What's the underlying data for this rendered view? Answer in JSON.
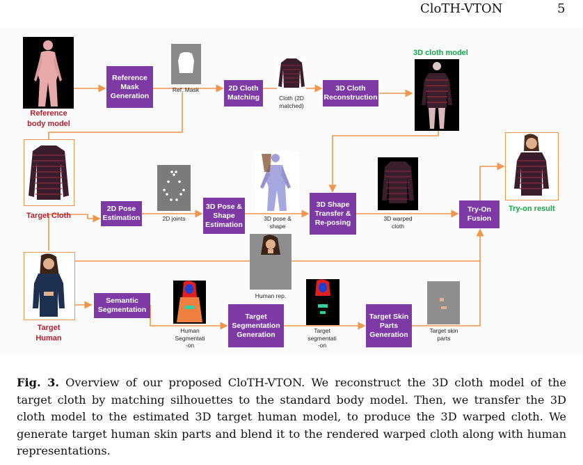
{
  "header": {
    "running_title": "CloTH-VTON",
    "page_number": "5"
  },
  "figure": {
    "boxes": {
      "ref_mask_gen": "Reference\nMask\nGeneration",
      "cloth_matching": "2D Cloth\nMatching",
      "cloth_recon": "3D Cloth\nReconstruction",
      "pose_est": "2D Pose\nEstimation",
      "pose_shape_est": "3D Pose &\nShape\nEstimation",
      "shape_transfer": "3D Shape\nTransfer &\nRe-posing",
      "tryon_fusion": "Try-On\nFusion",
      "semantic_seg": "Semantic\nSegmentation",
      "target_seg_gen": "Target\nSegmentation\nGeneration",
      "skin_parts_gen": "Target Skin\nParts\nGeneration"
    },
    "labels": {
      "ref_mask": "Ref. Mask",
      "cloth_2d": "Cloth (2D\nmatched)",
      "joints_2d": "2D joints",
      "pose_shape_3d": "3D pose &\nshape",
      "warped_cloth_3d": "3D warped\ncloth",
      "human_rep": "Human rep.",
      "human_seg": "Human\nSegmentati\n-on",
      "target_seg": "Target\nsegmentati\n-on",
      "target_skin": "Target skin\nparts"
    },
    "red_labels": {
      "ref_body": "Reference\nbody model",
      "target_cloth": "Target Cloth",
      "target_human": "Target\nHuman"
    },
    "green_labels": {
      "cloth_model_3d": "3D cloth model",
      "tryon_result": "Try-on result"
    }
  },
  "caption": {
    "label": "Fig. 3.",
    "text": "Overview of our proposed CloTH-VTON. We reconstruct the 3D cloth model of the target cloth by matching silhouettes to the standard body model. Then, we transfer the 3D cloth model to the estimated 3D target human model, to produce the 3D warped cloth. We generate target human skin parts and blend it to the rendered warped cloth along with human representations."
  },
  "colors": {
    "box": "#7d3aa5",
    "arrow": "#f0954c",
    "red": "#b31f2c",
    "green": "#14a84a"
  }
}
